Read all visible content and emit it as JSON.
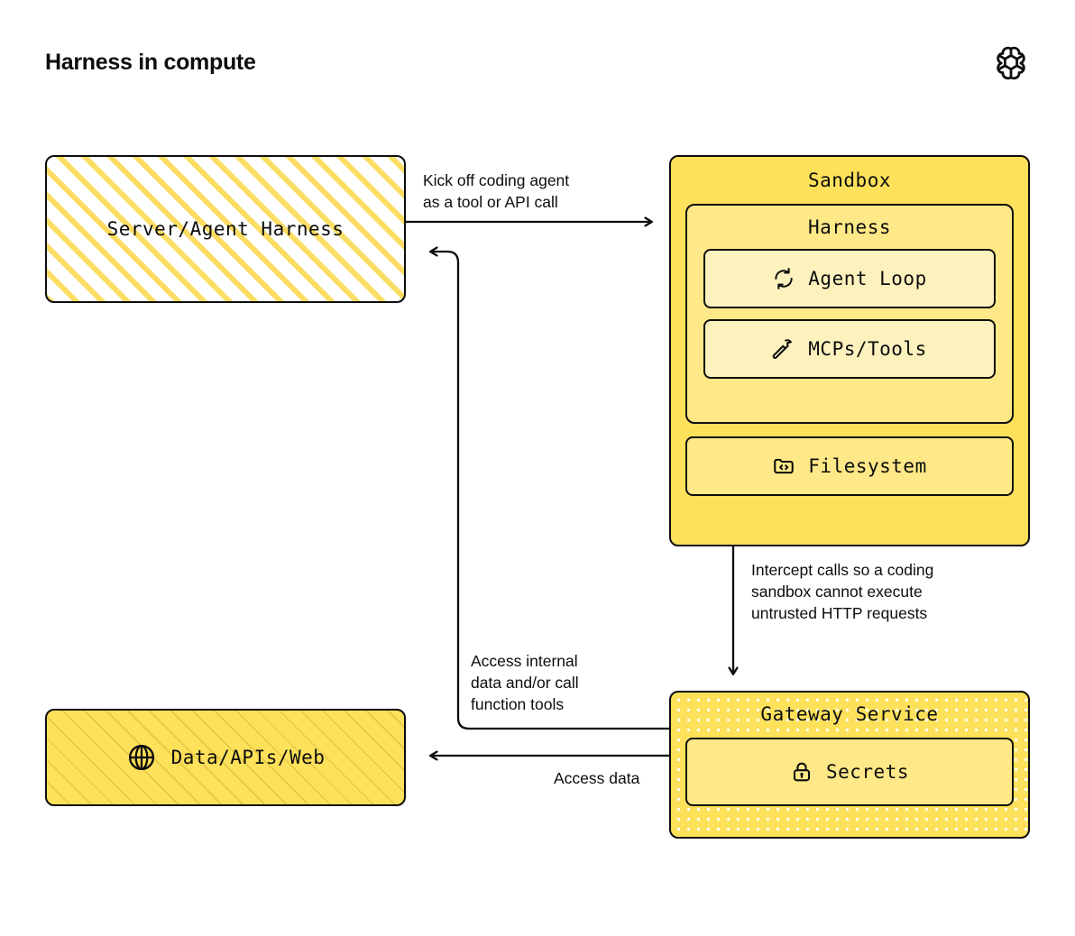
{
  "header": {
    "title": "Harness in compute",
    "logo_icon": "openai-logo-icon"
  },
  "colors": {
    "sandbox_fill": "#FDE15A",
    "harness_fill": "#FFE887",
    "leaf_fill": "#FDF1BE",
    "hatch_stripe": "#FCDD63",
    "stroke": "#0D0D0D",
    "page_background": "#FFFFFF"
  },
  "nodes": {
    "server_harness": {
      "label": "Server/Agent Harness",
      "style": "diagonal-stripes-on-white"
    },
    "sandbox": {
      "label": "Sandbox",
      "style": "solid-yellow",
      "harness": {
        "label": "Harness",
        "style": "solid-light-yellow",
        "items": [
          {
            "label": "Agent Loop",
            "icon": "refresh-loop-icon"
          },
          {
            "label": "MCPs/Tools",
            "icon": "hammer-icon"
          }
        ]
      },
      "filesystem": {
        "label": "Filesystem",
        "icon": "folder-code-icon"
      }
    },
    "gateway_service": {
      "label": "Gateway Service",
      "style": "white-dot-grid-on-yellow",
      "secrets": {
        "label": "Secrets",
        "icon": "lock-icon"
      }
    },
    "data_apis_web": {
      "label": "Data/APIs/Web",
      "icon": "globe-icon",
      "style": "diagonal-stripes-on-yellow"
    }
  },
  "edges": [
    {
      "id": "kickoff",
      "from": "server_harness",
      "to": "sandbox",
      "label": "Kick off coding agent\nas a tool or API call",
      "direction": "right"
    },
    {
      "id": "return-to-harness",
      "from": "gateway_service",
      "to": "server_harness",
      "label": "Access internal\ndata and/or call\nfunction tools",
      "direction": "left-elbow-up"
    },
    {
      "id": "intercept",
      "from": "sandbox",
      "to": "gateway_service",
      "label": "Intercept calls so a coding\nsandbox cannot execute\nuntrusted HTTP requests",
      "direction": "down"
    },
    {
      "id": "access-data",
      "from": "gateway_service",
      "to": "data_apis_web",
      "label": "Access data",
      "direction": "left"
    }
  ]
}
